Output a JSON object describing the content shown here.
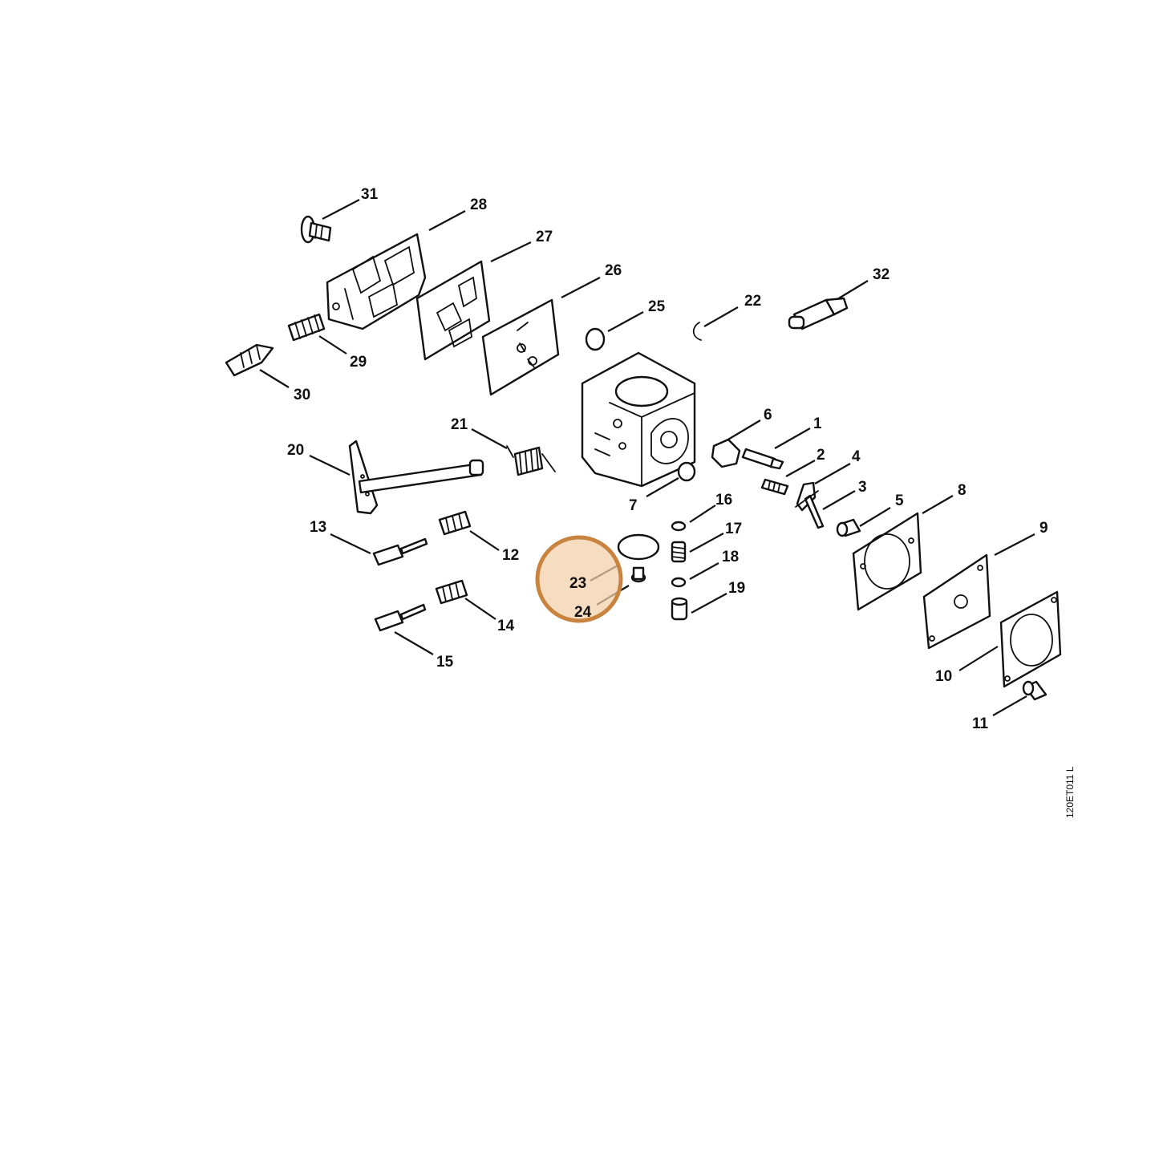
{
  "callouts": [
    "1",
    "2",
    "3",
    "4",
    "5",
    "6",
    "7",
    "8",
    "9",
    "10",
    "11",
    "12",
    "13",
    "14",
    "15",
    "16",
    "17",
    "18",
    "19",
    "20",
    "21",
    "22",
    "23",
    "24",
    "25",
    "26",
    "27",
    "28",
    "29",
    "30",
    "31",
    "32"
  ],
  "drawing_code": "120ET011 L",
  "highlight": {
    "color": "#c8843f",
    "fill": "#f2cfa9",
    "parts": [
      "23",
      "24"
    ]
  }
}
